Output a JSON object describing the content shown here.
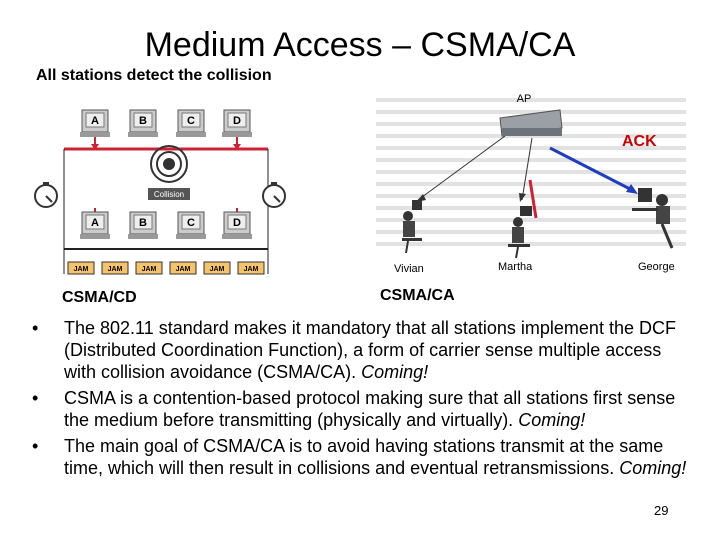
{
  "slide": {
    "title": "Medium Access – CSMA/CA",
    "note": "All stations detect the collision",
    "caption_cd": "CSMA/CD",
    "caption_ca": "CSMA/CA",
    "page_number": "29"
  },
  "figure_cd": {
    "stations": [
      "A",
      "B",
      "C",
      "D"
    ],
    "collision_label": "Collision",
    "jam_label": "JAM"
  },
  "figure_ca": {
    "ap_label": "AP",
    "ack_label": "ACK",
    "people": [
      "Vivian",
      "Martha",
      "George"
    ]
  },
  "bullets": [
    {
      "text": "The 802.11 standard makes it mandatory that all stations implement the DCF (Distributed Coordination Function), a form of carrier sense multiple access with collision avoidance (CSMA/CA).",
      "emphasis": "Coming!"
    },
    {
      "text": "CSMA is a contention-based protocol making sure that all stations first sense the medium before transmitting (physically and virtually).",
      "emphasis": "Coming!"
    },
    {
      "text": "The main goal of CSMA/CA is to avoid having stations transmit at the same time, which will then result in collisions and eventual retransmissions.",
      "emphasis": "Coming!"
    }
  ],
  "colors": {
    "bus_line": "#cc2233",
    "ack_arrow": "#1f3fbf",
    "ack_label": "#cc0000",
    "jam_fill": "#f5c36a"
  }
}
